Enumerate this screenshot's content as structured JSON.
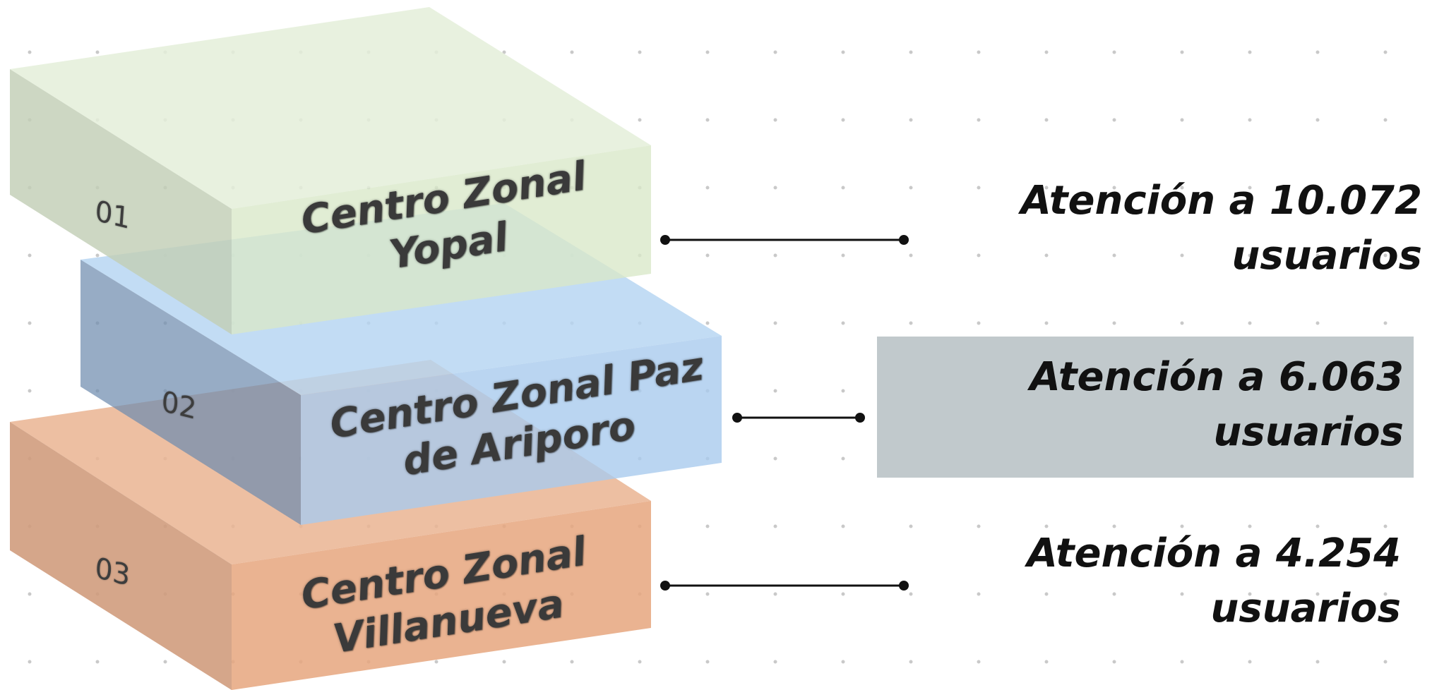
{
  "diagram": {
    "centers": [
      {
        "number": "01",
        "name_line1": "Centro Zonal",
        "name_line2": "Yopal",
        "stat_line1": "Atención a 10.072",
        "stat_line2": "usuarios",
        "color": "#d8e8c8"
      },
      {
        "number": "02",
        "name_line1": "Centro Zonal Paz",
        "name_line2": "de Ariporo",
        "stat_line1": "Atención a 6.063",
        "stat_line2": "usuarios",
        "color": "#a9cbee",
        "highlight": "#c1c9cc"
      },
      {
        "number": "03",
        "name_line1": "Centro Zonal",
        "name_line2": "Villanueva",
        "stat_line1": "Atención a 4.254",
        "stat_line2": "usuarios",
        "color": "#e6a67e"
      }
    ]
  }
}
